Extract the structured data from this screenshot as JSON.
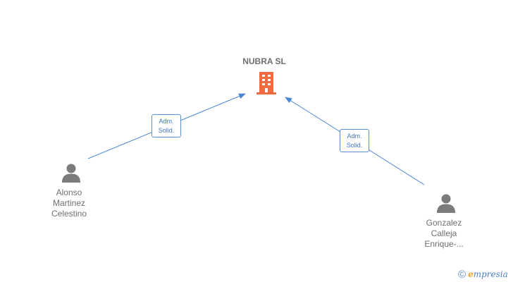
{
  "company": {
    "name": "NUBRA SL",
    "icon": "building-icon",
    "color": "#f06b3f"
  },
  "persons": [
    {
      "name_lines": [
        "Alonso",
        "Martinez",
        "Celestino"
      ],
      "icon": "person-icon"
    },
    {
      "name_lines": [
        "Gonzalez",
        "Calleja",
        "Enrique-..."
      ],
      "icon": "person-icon"
    }
  ],
  "relations": [
    {
      "role_lines": [
        "Adm.",
        "Solid."
      ]
    },
    {
      "role_lines": [
        "Adm.",
        "Solid."
      ]
    }
  ],
  "footer": {
    "copyright": "©",
    "brand_initial": "e",
    "brand_rest": "mpresia"
  },
  "colors": {
    "edge": "#4a86d4",
    "person": "#7b7b7b",
    "text": "#6f6f6f"
  }
}
